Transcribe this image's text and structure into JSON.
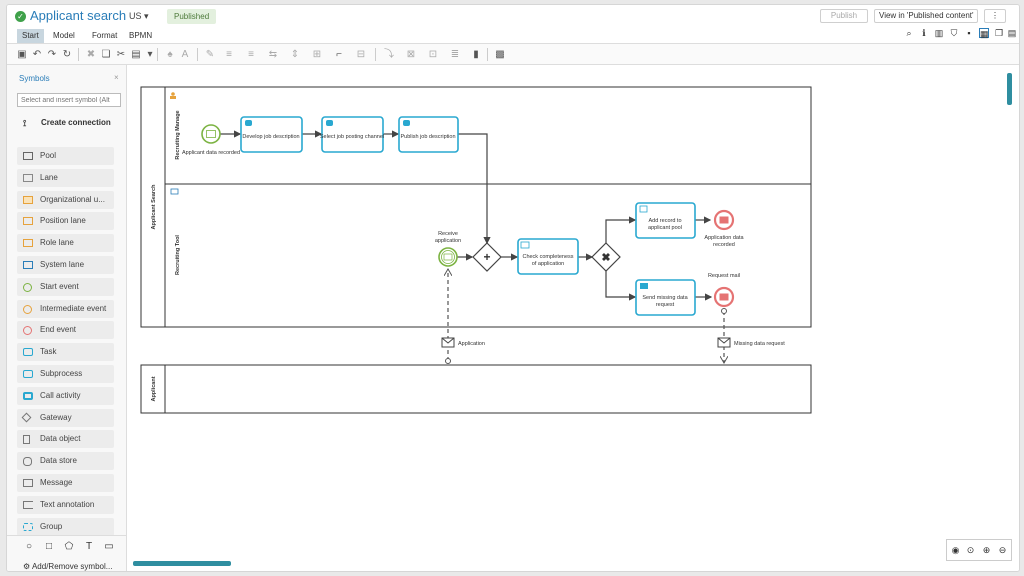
{
  "header": {
    "title": "Applicant search",
    "region": "US",
    "status_badge": "Published",
    "publish_button": "Publish",
    "view_button": "View in 'Published content'",
    "more_button": "⋮"
  },
  "tabs": [
    {
      "label": "Start",
      "active": true
    },
    {
      "label": "Model",
      "active": false
    },
    {
      "label": "Format",
      "active": false
    },
    {
      "label": "BPMN",
      "active": false
    }
  ],
  "right_icons": [
    "search-icon",
    "info-icon",
    "chart-icon",
    "shield-icon",
    "comment-icon",
    "layout-icon",
    "pages-icon",
    "table-icon"
  ],
  "sidebar": {
    "title": "Symbols",
    "close": "×",
    "search_placeholder": "Select and insert symbol (Alt",
    "create_connection": "Create connection",
    "items": [
      {
        "label": "Pool",
        "icon": "pool-icon"
      },
      {
        "label": "Lane",
        "icon": "lane-icon"
      },
      {
        "label": "Organizational u...",
        "icon": "org-unit-lane-icon"
      },
      {
        "label": "Position lane",
        "icon": "position-lane-icon"
      },
      {
        "label": "Role lane",
        "icon": "role-lane-icon"
      },
      {
        "label": "System lane",
        "icon": "system-lane-icon"
      },
      {
        "label": "Start event",
        "icon": "start-event-icon"
      },
      {
        "label": "Intermediate event",
        "icon": "intermediate-event-icon"
      },
      {
        "label": "End event",
        "icon": "end-event-icon"
      },
      {
        "label": "Task",
        "icon": "task-icon"
      },
      {
        "label": "Subprocess",
        "icon": "subprocess-icon"
      },
      {
        "label": "Call activity",
        "icon": "call-activity-icon"
      },
      {
        "label": "Gateway",
        "icon": "gateway-icon"
      },
      {
        "label": "Data object",
        "icon": "data-object-icon"
      },
      {
        "label": "Data store",
        "icon": "data-store-icon"
      },
      {
        "label": "Message",
        "icon": "message-icon"
      },
      {
        "label": "Text annotation",
        "icon": "text-annotation-icon"
      },
      {
        "label": "Group",
        "icon": "group-icon"
      }
    ],
    "add_remove": "Add/Remove symbol..."
  },
  "diagram": {
    "pool1_label": "Applicant Search",
    "lane1_label": "Recruiting Manage",
    "lane2_label": "Recruiting Tool",
    "pool2_label": "Applicant",
    "start_event": "Applicant data recorded",
    "task_develop": "Develop job description",
    "task_select": "Select job posting channel",
    "task_publish": "Publish job description",
    "receive_event_line1": "Receive",
    "receive_event_line2": "application",
    "task_check_line1": "Check completeness",
    "task_check_line2": "of application",
    "task_add_line1": "Add record to",
    "task_add_line2": "applicant pool",
    "end_recorded_line1": "Application data",
    "end_recorded_line2": "recorded",
    "task_send_line1": "Send missing data",
    "task_send_line2": "request",
    "request_mail": "Request mail",
    "msg_application": "Application",
    "msg_missing": "Missing data request"
  },
  "colors": {
    "accent": "#2a7db8",
    "task_border": "#29a8d0",
    "start_event": "#7cb342",
    "end_event": "#e57373",
    "scroll": "#2f8ea0"
  }
}
